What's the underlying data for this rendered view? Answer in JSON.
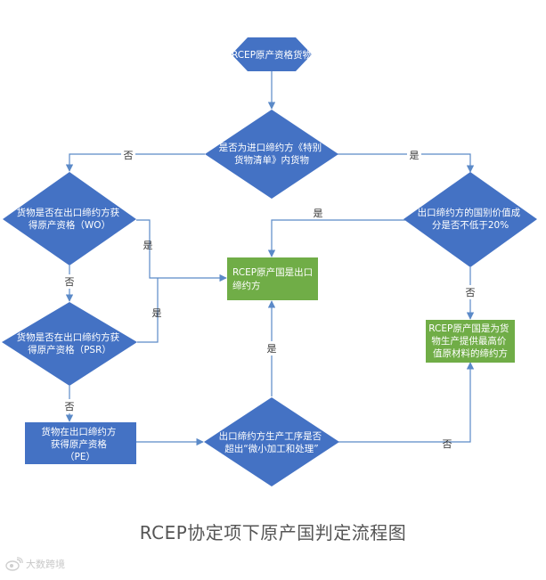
{
  "colors": {
    "decision": "#4472C4",
    "outcome": "#70AD47",
    "line": "#5b8ac8"
  },
  "nodes": {
    "start": [
      "RCEP原产资格货物"
    ],
    "d_special": [
      "是否为进口缔约方《特别",
      "货物清单》内货物"
    ],
    "d_wo": [
      "货物是否在出口缔约方获",
      "得原产资格（WO）"
    ],
    "d_rvc": [
      "出口缔约方的国别价值成",
      "分是否不低于20%"
    ],
    "r_export": [
      "RCEP原产国是出口",
      "缔约方"
    ],
    "d_psr": [
      "货物是否在出口缔约方获",
      "得原产资格（PSR）"
    ],
    "r_highest": [
      "RCEP原产国是为货",
      "物生产提供最高价",
      "值原材料的缔约方"
    ],
    "p_pe": [
      "货物在出口缔约方",
      "获得原产资格",
      "（PE）"
    ],
    "d_minor": [
      "出口缔约方生产工序是否",
      "超出“微小加工和处理”"
    ]
  },
  "edge_labels": {
    "special_no": "否",
    "special_yes": "是",
    "rvc_yes": "是",
    "wo_yes": "是",
    "wo_no": "否",
    "psr_yes": "是",
    "rvc_no": "否",
    "psr_no": "否",
    "minor_yes": "是",
    "minor_no": "否"
  },
  "caption": "RCEP协定项下原产国判定流程图",
  "watermark": {
    "icon": "weibo-icon",
    "text": "大数跨境"
  }
}
